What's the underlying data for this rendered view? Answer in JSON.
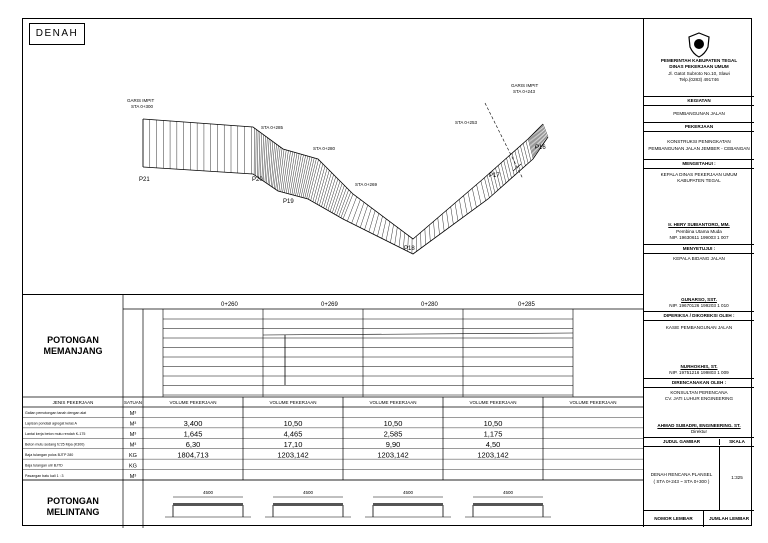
{
  "title": "DENAH",
  "plan": {
    "garis_imbit_left": "GARIS IMPIT",
    "sta_left": "STA 0+300",
    "garis_imbit_right": "GARIS IMPIT",
    "sta_right": "STA 0+243",
    "sta_labels": [
      "STA 0+285",
      "STA 0+280",
      "STA 0+269",
      "STA 0+253"
    ],
    "points": [
      "P21",
      "P20",
      "P19",
      "P18",
      "P17",
      "P16"
    ]
  },
  "potongan_memanjang": {
    "title_1": "POTONGAN",
    "title_2": "MEMANJANG",
    "stations": [
      "0+260",
      "0+269",
      "0+280",
      "0+285"
    ]
  },
  "table": {
    "headers": [
      "JENIS PEKERJAAN",
      "SATUAN",
      "VOLUME PEKERJAAN",
      "VOLUME PEKERJAAN",
      "VOLUME PEKERJAAN",
      "VOLUME PEKERJAAN",
      "VOLUME PEKERJAAN"
    ],
    "rows": [
      {
        "name": "Galian pemotongan tanah dengan alat",
        "unit": "M³",
        "v": [
          "",
          "",
          "",
          ""
        ]
      },
      {
        "name": "Lapisan pondasi agregat kelas A",
        "unit": "M³",
        "v": [
          "3,400",
          "10,50",
          "10,50",
          "10,50"
        ]
      },
      {
        "name": "Lantai kerja beton mutu rendah K-175",
        "unit": "M³",
        "v": [
          "1,645",
          "4,465",
          "2,585",
          "1,175"
        ]
      },
      {
        "name": "Beton mutu sedang fc'25 Mpa (K300)",
        "unit": "M³",
        "v": [
          "6,30",
          "17,10",
          "9,90",
          "4,50"
        ]
      },
      {
        "name": "Baja tulangan polos BJTP 280",
        "unit": "KG",
        "v": [
          "1804,713",
          "1203,142",
          "1203,142",
          "1203,142"
        ]
      },
      {
        "name": "Baja tulangan ulir BJTD",
        "unit": "KG",
        "v": [
          "",
          "",
          "",
          ""
        ]
      },
      {
        "name": "Pasangan batu kali 1 : 3",
        "unit": "M³",
        "v": [
          "",
          "",
          "",
          ""
        ]
      }
    ]
  },
  "potongan_melintang": {
    "title_1": "POTONGAN",
    "title_2": "MELINTANG",
    "dims": [
      "4500",
      "4500",
      "4500",
      "4500"
    ]
  },
  "titleblock": {
    "org_1": "PEMERINTAH KABUPATEN TEGAL",
    "org_2": "DINAS PEKERJAAN UMUM",
    "org_3": "Jl. Gatot Subroto No.10, Slawi",
    "org_4": "Telp.(0283) 491746",
    "kegiatan_label": "KEGIATAN",
    "kegiatan_value": "PEMBANGUNAN JALAN",
    "pekerjaan_label": "PEKERJAAN",
    "pekerjaan_value_1": "KONSTRUKSI PENINGKATAN",
    "pekerjaan_value_2": "PEMBANGUNAN JALAN JEMBER - CEBANGAN",
    "mengetahui_label": "MENGETAHUI :",
    "mengetahui_value_1": "KEPALA DINAS PEKERJAAN UMUM",
    "mengetahui_value_2": "KABUPATEN TEGAL",
    "mengetahui_name": "Ir. HERY SUBIANTORO, MM.",
    "mengetahui_rank": "Pembina Utama Muda",
    "mengetahui_nip": "NIP. 19630611 199003 1 007",
    "menyetujui_label": "MENYETUJUI :",
    "menyetujui_value": "KEPALA BIDANG JALAN",
    "menyetujui_name": "GUNARSO, SST.",
    "menyetujui_nip": "NIP. 19670126 199203 1 010",
    "diperiksa_label": "DIPERIKSA / DIKOREKSI OLEH :",
    "diperiksa_value": "KASIE PEMBANGUNAN JALAN",
    "diperiksa_name": "NURHOKHIS, ST.",
    "diperiksa_nip": "NIP. 19751216 199803 1 009",
    "direncanakan_label": "DIRENCANAKAN OLEH :",
    "direncanakan_value_1": "KONSULTAN PERENCANA",
    "direncanakan_value_2": "CV. JATI LUHUR ENGINEERING",
    "direncanakan_name": "AHMAD SUBADRI, ENGINEERING. ST.",
    "direncanakan_role": "Direktur",
    "judul_label": "JUDUL GAMBAR",
    "skala_label": "SKALA",
    "judul_value_1": "DENAH RENCANA PLANSEL",
    "judul_value_2": "( STA 0+243 ~ STA 0+300 )",
    "skala_value": "1:325",
    "nomor_label": "NOMOR LEMBAR",
    "jumlah_label": "JUMLAH LEMBAR"
  },
  "colors": {
    "line": "#000000",
    "hatch": "#333333"
  }
}
